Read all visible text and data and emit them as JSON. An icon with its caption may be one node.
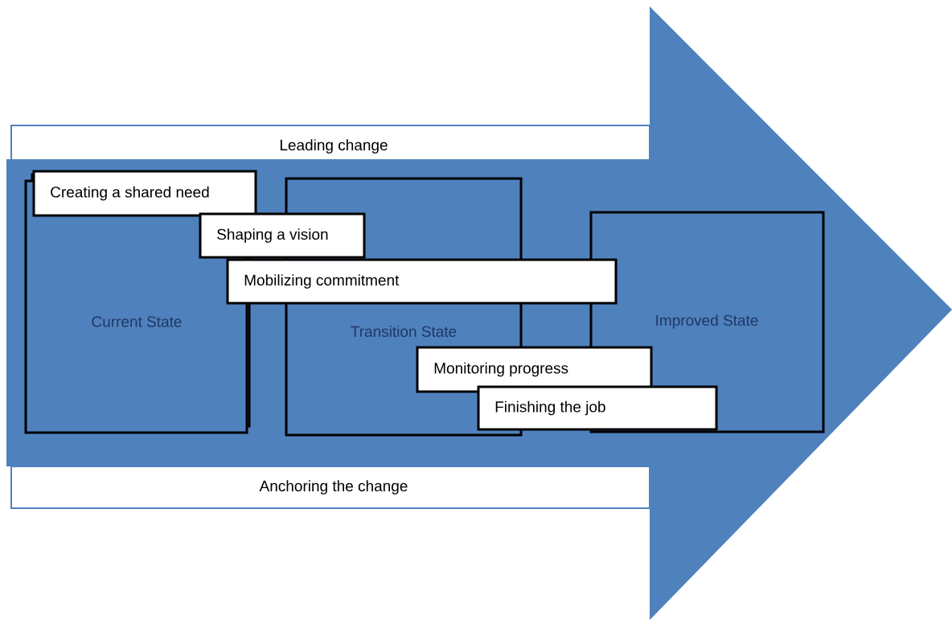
{
  "diagram": {
    "nodes": [
      {
        "text": [
          "Leading change"
        ]
      },
      {
        "text": [
          "Current State"
        ]
      },
      {
        "text": [
          "Creating a shared need"
        ]
      },
      {
        "text": [
          "Shaping a vision"
        ]
      },
      {
        "text": [
          "Mobilizing commitment"
        ]
      },
      {
        "text": [
          "Transition State"
        ]
      },
      {
        "text": [
          "Monitoring progress"
        ]
      },
      {
        "text": [
          "Finishing the job"
        ]
      },
      {
        "text": [
          "Improved State"
        ]
      },
      {
        "text": [
          "Anchoring the change"
        ]
      }
    ]
  }
}
